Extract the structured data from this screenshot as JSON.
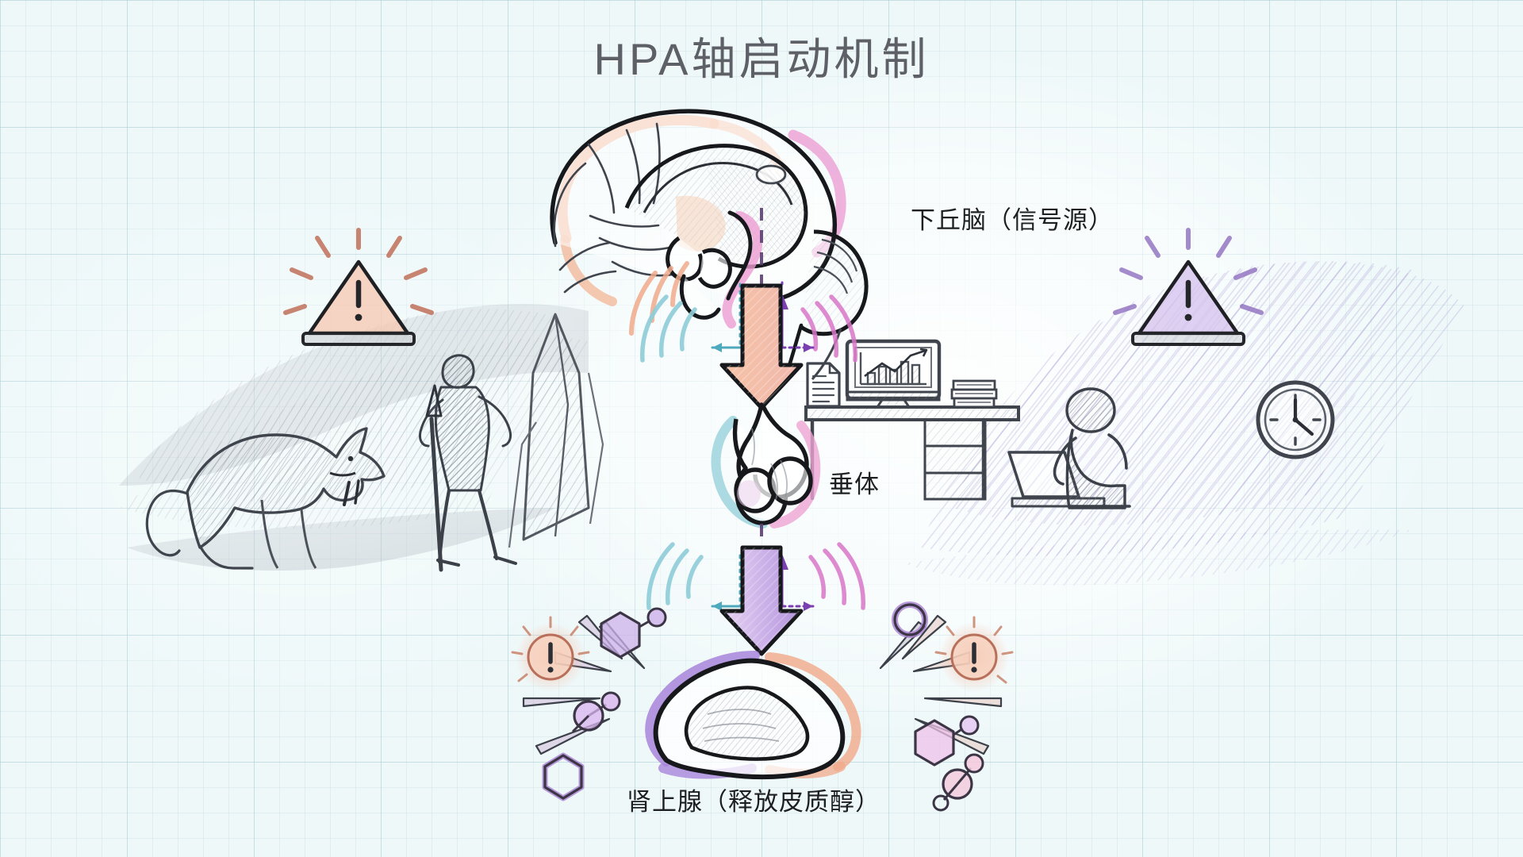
{
  "title": "HPA轴启动机制",
  "labels": {
    "hypothalamus": "下丘脑（信号源）",
    "pituitary": "垂体",
    "adrenal": "肾上腺（释放皮质醇）"
  },
  "icons": {
    "warning_left": "warning-triangle-icon",
    "warning_right": "warning-triangle-icon",
    "alert_left": "alert-circle-icon",
    "alert_right": "alert-circle-icon",
    "clock": "wall-clock-icon",
    "monitor": "desktop-monitor-icon",
    "document": "document-icon",
    "books": "book-stack-icon",
    "laptop": "laptop-icon"
  },
  "scenes": {
    "left": {
      "name": "ancestral-threat-scene",
      "elements": [
        "saber-tooth-tiger",
        "hunter-with-spear",
        "rock",
        "ground-shading"
      ]
    },
    "right": {
      "name": "modern-office-stress-scene",
      "elements": [
        "desk",
        "monitor-with-chart",
        "document",
        "book-stack",
        "wall-clock",
        "stressed-worker",
        "laptop"
      ]
    }
  },
  "diagram": {
    "nodes": [
      "hypothalamus",
      "pituitary",
      "adrenal-gland"
    ],
    "flow": [
      "hypothalamus -> pituitary",
      "pituitary -> adrenal-gland"
    ],
    "molecules": [
      "hexagon",
      "hexagon-outline",
      "molecule-cluster",
      "ring"
    ]
  },
  "colors": {
    "paper": "#eef8f9",
    "grid_line": "#96bec8",
    "title_text": "#5d6167",
    "label_text": "#1d1f22",
    "ink": "#1a1a1c",
    "pencil_gray": "#8b8e96",
    "accent_orange": "#f0a98a",
    "accent_pink": "#e79ecd",
    "accent_purple": "#a97fd4",
    "accent_teal": "#8fcdd8",
    "wash_purple": "#b9a6dd"
  }
}
